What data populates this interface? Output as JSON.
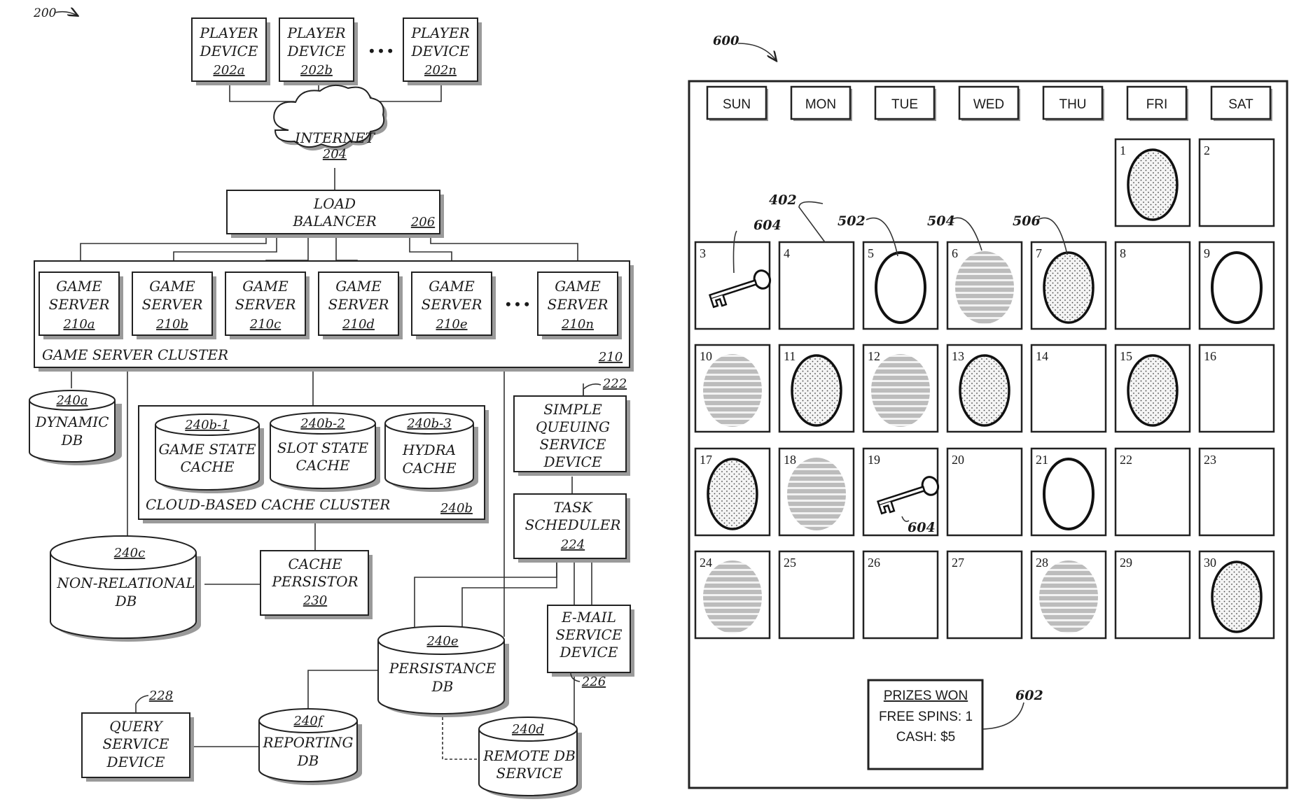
{
  "fig200": {
    "ref": "200",
    "players": [
      {
        "l1": "PLAYER",
        "l2": "DEVICE",
        "ref": "202a"
      },
      {
        "l1": "PLAYER",
        "l2": "DEVICE",
        "ref": "202b"
      },
      {
        "l1": "PLAYER",
        "l2": "DEVICE",
        "ref": "202n"
      }
    ],
    "ellipsis": "• • •",
    "internet": {
      "label": "INTERNET",
      "ref": "204"
    },
    "lb": {
      "l1": "LOAD",
      "l2": "BALANCER",
      "ref": "206"
    },
    "servers": [
      {
        "l1": "GAME",
        "l2": "SERVER",
        "ref": "210a"
      },
      {
        "l1": "GAME",
        "l2": "SERVER",
        "ref": "210b"
      },
      {
        "l1": "GAME",
        "l2": "SERVER",
        "ref": "210c"
      },
      {
        "l1": "GAME",
        "l2": "SERVER",
        "ref": "210d"
      },
      {
        "l1": "GAME",
        "l2": "SERVER",
        "ref": "210e"
      },
      {
        "l1": "GAME",
        "l2": "SERVER",
        "ref": "210n"
      }
    ],
    "cluster": {
      "label": "GAME SERVER CLUSTER",
      "ref": "210"
    },
    "dynamic_db": {
      "ref": "240a",
      "l1": "DYNAMIC",
      "l2": "DB"
    },
    "caches": [
      {
        "ref": "240b-1",
        "l1": "GAME STATE",
        "l2": "CACHE"
      },
      {
        "ref": "240b-2",
        "l1": "SLOT STATE",
        "l2": "CACHE"
      },
      {
        "ref": "240b-3",
        "l1": "HYDRA",
        "l2": "CACHE"
      }
    ],
    "cache_cluster": {
      "label": "CLOUD-BASED CACHE CLUSTER",
      "ref": "240b"
    },
    "sqs": {
      "ref": "222",
      "l1": "SIMPLE",
      "l2": "QUEUING",
      "l3": "SERVICE",
      "l4": "DEVICE"
    },
    "task": {
      "l1": "TASK",
      "l2": "SCHEDULER",
      "ref": "224"
    },
    "nonrel": {
      "ref": "240c",
      "l1": "NON-RELATIONAL",
      "l2": "DB"
    },
    "persistor": {
      "l1": "CACHE",
      "l2": "PERSISTOR",
      "ref": "230"
    },
    "email": {
      "l1": "E-MAIL",
      "l2": "SERVICE",
      "l3": "DEVICE",
      "ref": "226"
    },
    "persist_db": {
      "ref": "240e",
      "l1": "PERSISTANCE",
      "l2": "DB"
    },
    "query": {
      "ref": "228",
      "l1": "QUERY",
      "l2": "SERVICE",
      "l3": "DEVICE"
    },
    "reporting": {
      "ref": "240f",
      "l1": "REPORTING",
      "l2": "DB"
    },
    "remote": {
      "ref": "240d",
      "l1": "REMOTE DB",
      "l2": "SERVICE"
    }
  },
  "fig600": {
    "ref": "600",
    "days": [
      "SUN",
      "MON",
      "TUE",
      "WED",
      "THU",
      "FRI",
      "SAT"
    ],
    "cells": [
      {
        "n": "1",
        "style": "light",
        "oval": "dot"
      },
      {
        "n": "2",
        "style": "light",
        "oval": ""
      },
      {
        "n": "3",
        "style": "light",
        "oval": "key"
      },
      {
        "n": "4",
        "style": "light",
        "oval": ""
      },
      {
        "n": "5",
        "style": "dark",
        "oval": "bold"
      },
      {
        "n": "6",
        "style": "dark",
        "oval": "stripe"
      },
      {
        "n": "7",
        "style": "light",
        "oval": "dot"
      },
      {
        "n": "8",
        "style": "light",
        "oval": ""
      },
      {
        "n": "9",
        "style": "dark",
        "oval": "bold"
      },
      {
        "n": "10",
        "style": "dark",
        "oval": "stripe"
      },
      {
        "n": "11",
        "style": "light",
        "oval": "dot"
      },
      {
        "n": "12",
        "style": "dark",
        "oval": "stripe"
      },
      {
        "n": "13",
        "style": "light",
        "oval": "dot"
      },
      {
        "n": "14",
        "style": "light",
        "oval": ""
      },
      {
        "n": "15",
        "style": "light",
        "oval": "dot"
      },
      {
        "n": "16",
        "style": "light",
        "oval": ""
      },
      {
        "n": "17",
        "style": "light",
        "oval": "dot"
      },
      {
        "n": "18",
        "style": "dark",
        "oval": "stripe"
      },
      {
        "n": "19",
        "style": "light",
        "oval": "key"
      },
      {
        "n": "20",
        "style": "light",
        "oval": ""
      },
      {
        "n": "21",
        "style": "dark",
        "oval": "bold"
      },
      {
        "n": "22",
        "style": "light",
        "oval": ""
      },
      {
        "n": "23",
        "style": "light",
        "oval": ""
      },
      {
        "n": "24",
        "style": "dark",
        "oval": "stripe"
      },
      {
        "n": "25",
        "style": "light",
        "oval": ""
      },
      {
        "n": "26",
        "style": "light",
        "oval": ""
      },
      {
        "n": "27",
        "style": "light",
        "oval": ""
      },
      {
        "n": "28",
        "style": "dark",
        "oval": "stripe"
      },
      {
        "n": "29",
        "style": "light",
        "oval": ""
      },
      {
        "n": "30",
        "style": "light",
        "oval": "dot"
      }
    ],
    "callouts": {
      "r402": "402",
      "r502": "502",
      "r504": "504",
      "r506": "506",
      "r604a": "604",
      "r604b": "604",
      "r602": "602"
    },
    "prizes": {
      "title": "PRIZES WON",
      "spins": "FREE SPINS: 1",
      "cash": "CASH: $5"
    }
  }
}
